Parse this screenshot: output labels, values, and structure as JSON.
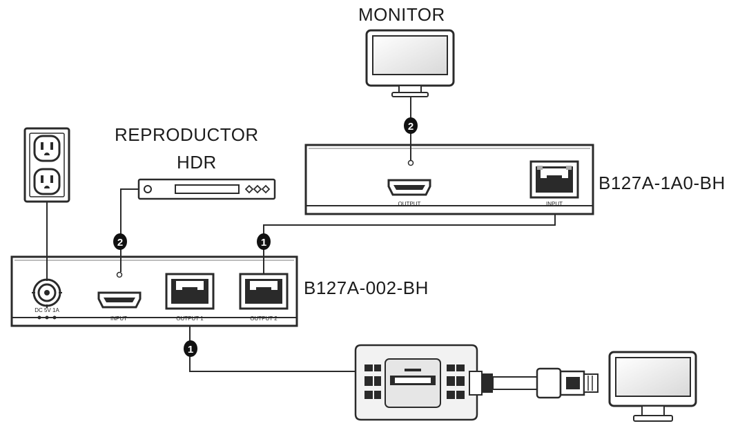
{
  "labels": {
    "monitor": "MONITOR",
    "player_line1": "REPRODUCTOR",
    "player_line2": "HDR",
    "receiver_model": "B127A-1A0-BH",
    "transmitter_model": "B127A-002-BH"
  },
  "receiver": {
    "output_port": "OUTPUT",
    "input_port": "INPUT"
  },
  "transmitter": {
    "power_label": "DC 5V 1A",
    "input_port": "INPUT",
    "output1_port": "OUTPUT 1",
    "output2_port": "OUTPUT 2"
  },
  "markers": {
    "hdmi": "2",
    "ethernet": "1"
  },
  "colors": {
    "line": "#2a2a2a",
    "device_fill": "#ffffff",
    "marker_fill": "#111111"
  }
}
